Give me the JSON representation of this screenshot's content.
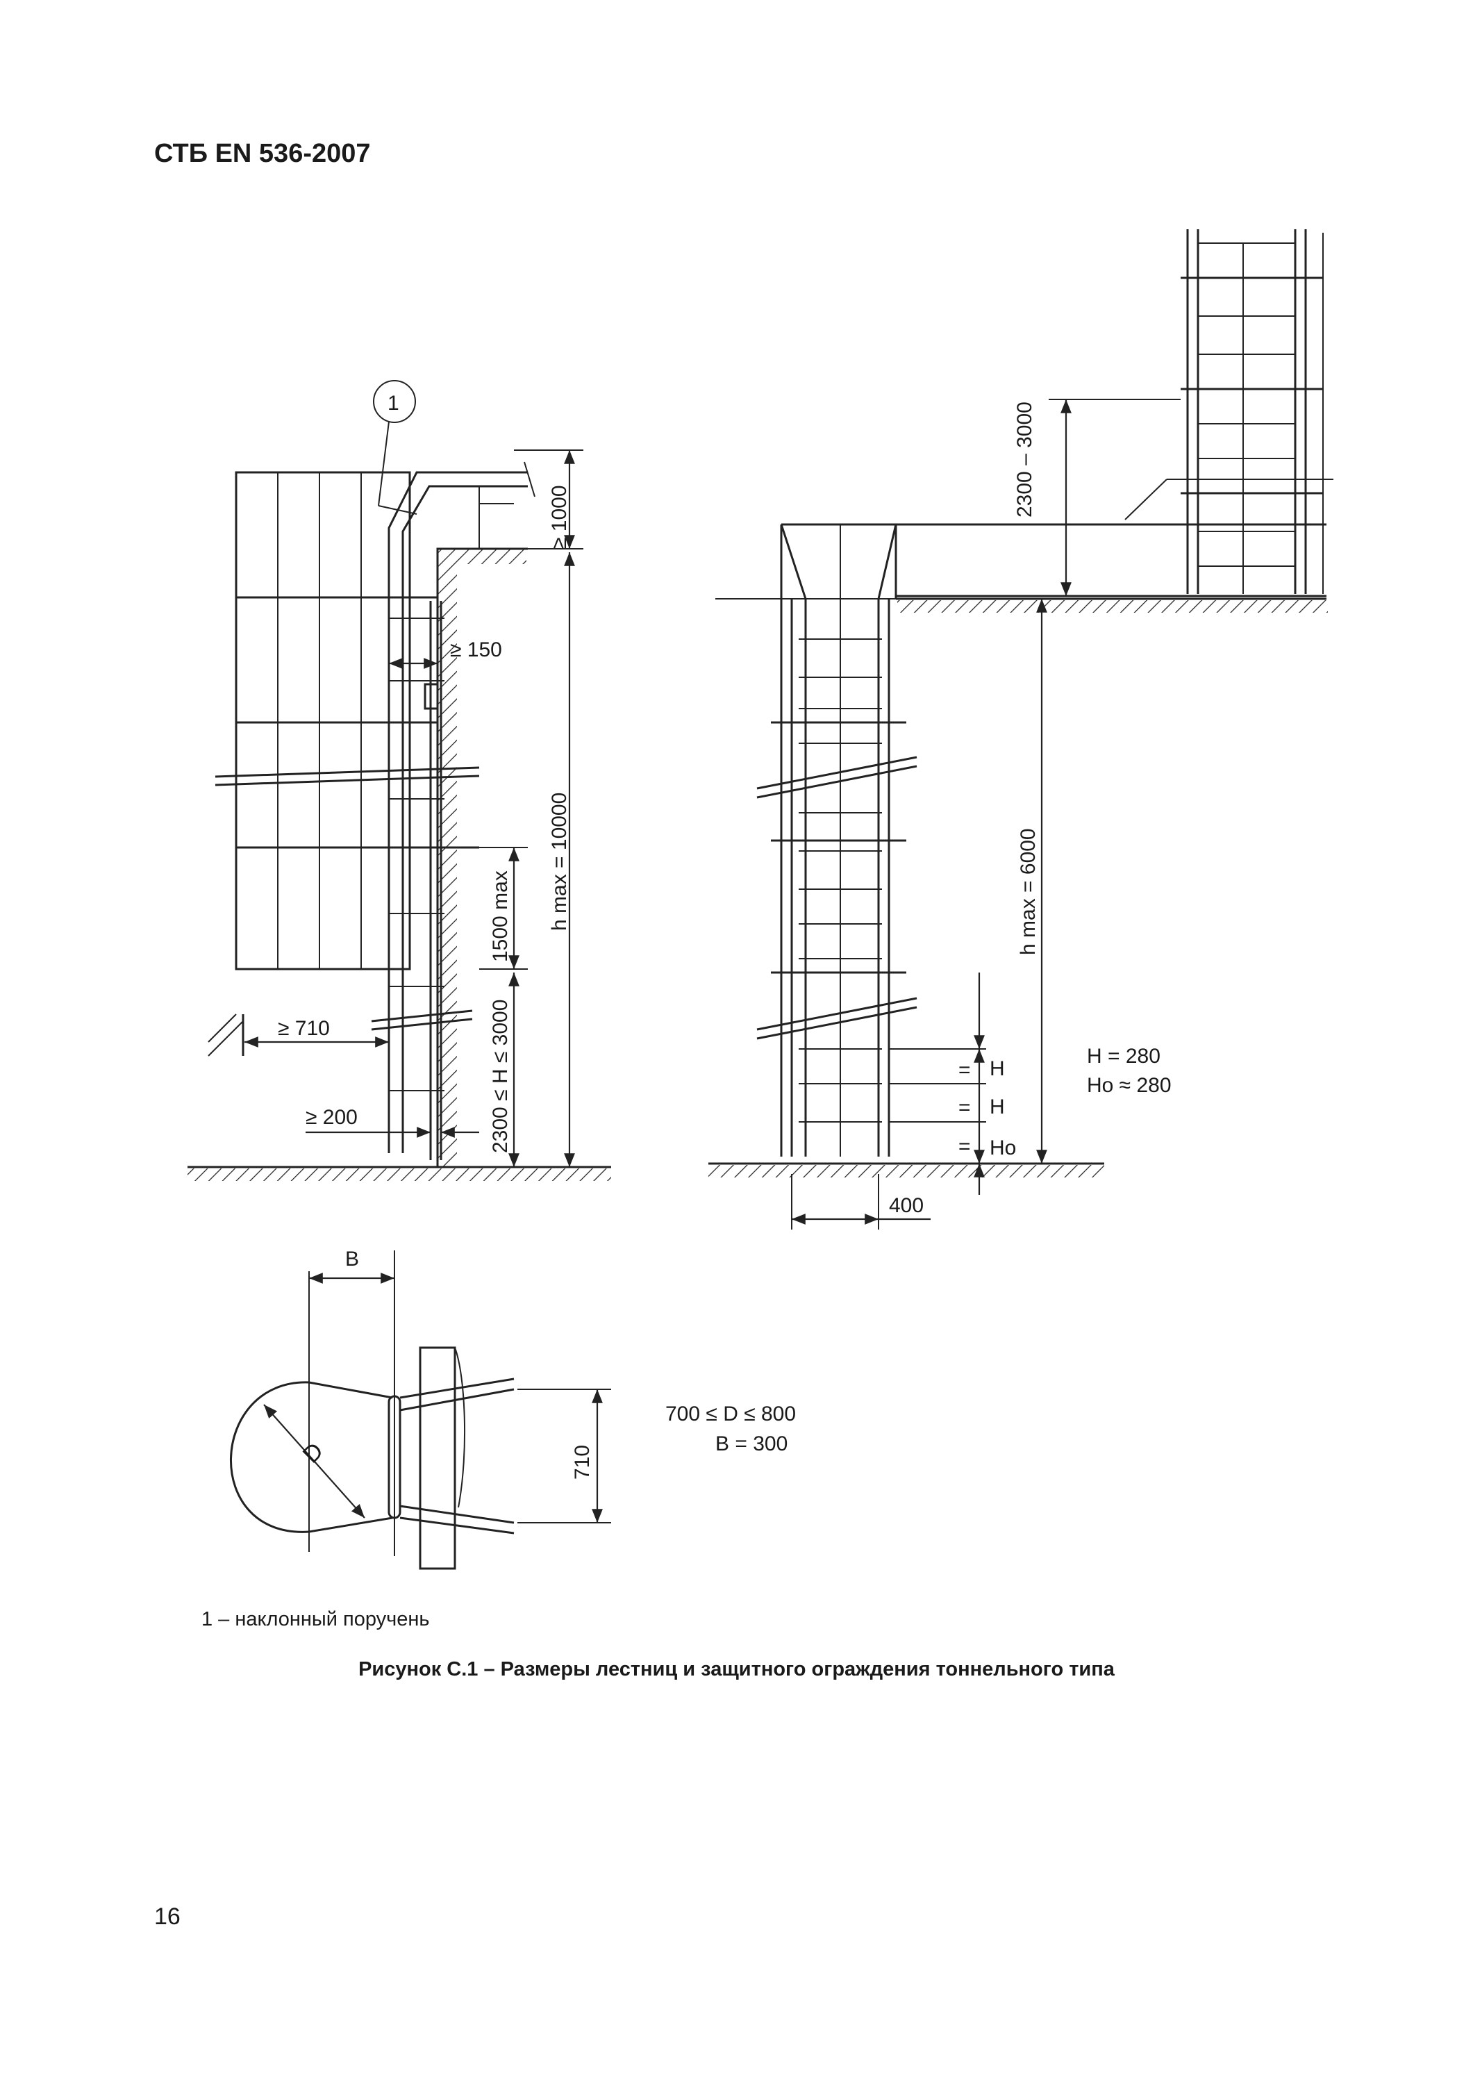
{
  "header": {
    "doc_id": "СТБ EN 536-2007"
  },
  "figure": {
    "left_drawing": {
      "callout": "1",
      "dim_top": "≥ 1000",
      "dim_offset": "≥ 150",
      "dim_height": "h max = 10000",
      "dim_segment": "1500 max",
      "dim_start": "2300 ≤ H ≤ 3000",
      "dim_clearance": "≥ 710",
      "dim_wall": "≥ 200"
    },
    "right_drawing": {
      "dim_upper": "2300 – 3000",
      "dim_height": "h max = 6000",
      "eq": "=",
      "step_h": "H",
      "step_ho": "Ho",
      "note_h": "H = 280",
      "note_ho": "Ho ≈ 280",
      "dim_width": "400"
    },
    "section_drawing": {
      "dim_b": "B",
      "dim_d": "D",
      "dim_710": "710",
      "note_d": "700 ≤ D ≤ 800",
      "note_b": "B = 300"
    }
  },
  "legend": {
    "item_1": "1 – наклонный поручень"
  },
  "caption": "Рисунок С.1 – Размеры лестниц и защитного ограждения тоннельного типа",
  "page_number": "16"
}
